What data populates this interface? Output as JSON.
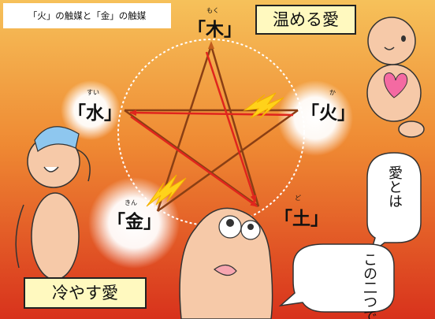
{
  "title": "「火」の触媒と「金」の触媒",
  "elements": {
    "wood": {
      "label": "「木」",
      "ruby": "もく"
    },
    "fire": {
      "label": "「火」",
      "ruby": "か"
    },
    "earth": {
      "label": "「土」",
      "ruby": "ど"
    },
    "metal": {
      "label": "「金」",
      "ruby": "きん"
    },
    "water": {
      "label": "「水」",
      "ruby": "すい"
    }
  },
  "callouts": {
    "warming_love": "温める愛",
    "cooling_love": "冷やす愛"
  },
  "speech": {
    "bubble_1": "愛とは",
    "bubble_2": "この二つです"
  },
  "colors": {
    "background_top": "#f6c15a",
    "background_bottom": "#d8321c",
    "star_line": "#8a3f14",
    "arrow": "#e0251d",
    "bolt": "#ffd21a",
    "callout_fill": "#fff9bf",
    "skin": "#f6c9a8"
  }
}
